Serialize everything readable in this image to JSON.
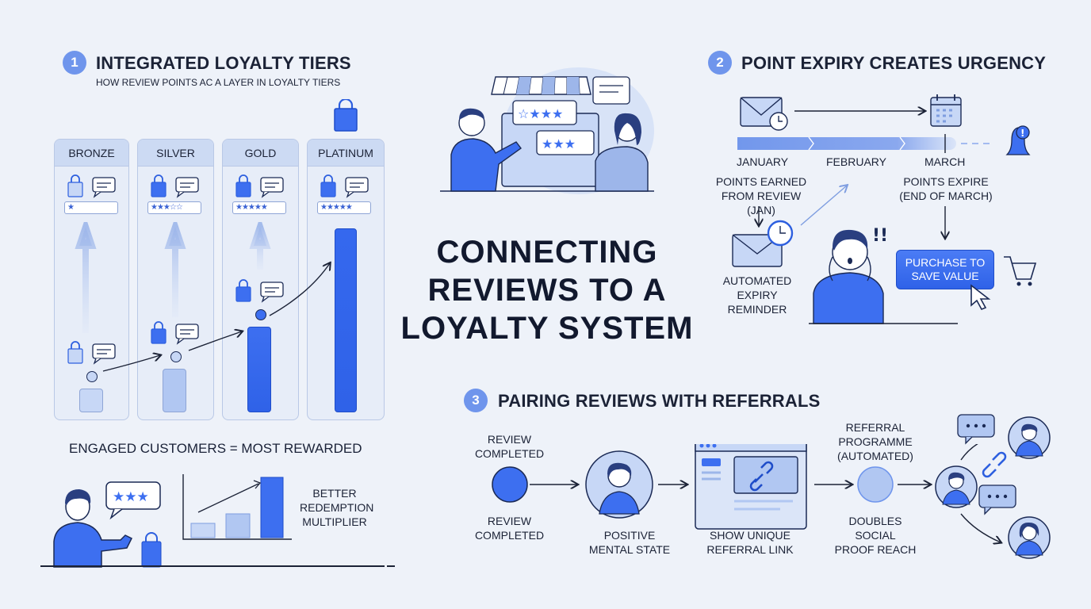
{
  "main_title": [
    "CONNECTING",
    "REVIEWS TO A",
    "LOYALTY SYSTEM"
  ],
  "section1": {
    "number": "1",
    "title": "INTEGRATED LOYALTY TIERS",
    "subtitle": "HOW REVIEW POINTS AC A LAYER IN LOYALTY TIERS",
    "tiers": [
      {
        "name": "BRONZE",
        "stars": "★",
        "level": 0.18
      },
      {
        "name": "SILVER",
        "stars": "★★★☆☆",
        "level": 0.33
      },
      {
        "name": "GOLD",
        "stars": "★★★★★",
        "level": 0.6
      },
      {
        "name": "PLATINUM",
        "stars": "★★★★★",
        "level": 1.0
      }
    ],
    "engaged_caption": "ENGAGED CUSTOMERS = MOST REWARDED",
    "redemption_caption": [
      "BETTER",
      "REDEMPTION",
      "MULTIPLIER"
    ]
  },
  "section2": {
    "number": "2",
    "title": "POINT EXPIRY CREATES URGENCY",
    "months": [
      "JANUARY",
      "FEBRUARY",
      "MARCH"
    ],
    "earned_caption": [
      "POINTS EARNED",
      "FROM REVIEW (JAN)"
    ],
    "expire_caption": [
      "POINTS EXPIRE",
      "(END OF MARCH)"
    ],
    "reminder_caption": [
      "AUTOMATED",
      "EXPIRY",
      "REMINDER"
    ],
    "purchase_button": [
      "PURCHASE TO",
      "SAVE VALUE"
    ]
  },
  "section3": {
    "number": "3",
    "title": "PAIRING REVIEWS WITH REFERRALS",
    "review_top": [
      "REVIEW",
      "COMPLETED"
    ],
    "review_bottom": [
      "REVIEW",
      "COMPLETED"
    ],
    "positive": [
      "POSITIVE",
      "MENTAL STATE"
    ],
    "show_link": [
      "SHOW UNIQUE",
      "REFERRAL LINK"
    ],
    "programme": [
      "REFERRAL",
      "PROGRAMME",
      "(AUTOMATED)"
    ],
    "doubles": [
      "DOUBLES",
      "SOCIAL",
      "PROOF REACH"
    ]
  },
  "colors": {
    "accent": "#3a6ef0",
    "light_accent": "#c7d7f6",
    "badge": "#6f95ec",
    "background": "#eef2f9"
  }
}
